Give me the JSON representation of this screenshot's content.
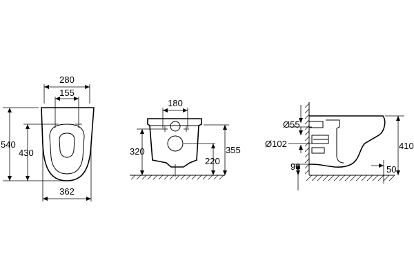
{
  "top_view": {
    "width_outer": "280",
    "width_inner": "155",
    "height_total": "540",
    "height_seat": "430",
    "width_bottom": "362"
  },
  "front_view": {
    "width_top": "180",
    "height_left": "320",
    "height_right": "355",
    "height_inner": "220"
  },
  "side_view": {
    "diameter_small": "Ø55",
    "diameter_large": "Ø102",
    "height_bottom": "90",
    "height_total": "410",
    "offset_right": "50"
  }
}
